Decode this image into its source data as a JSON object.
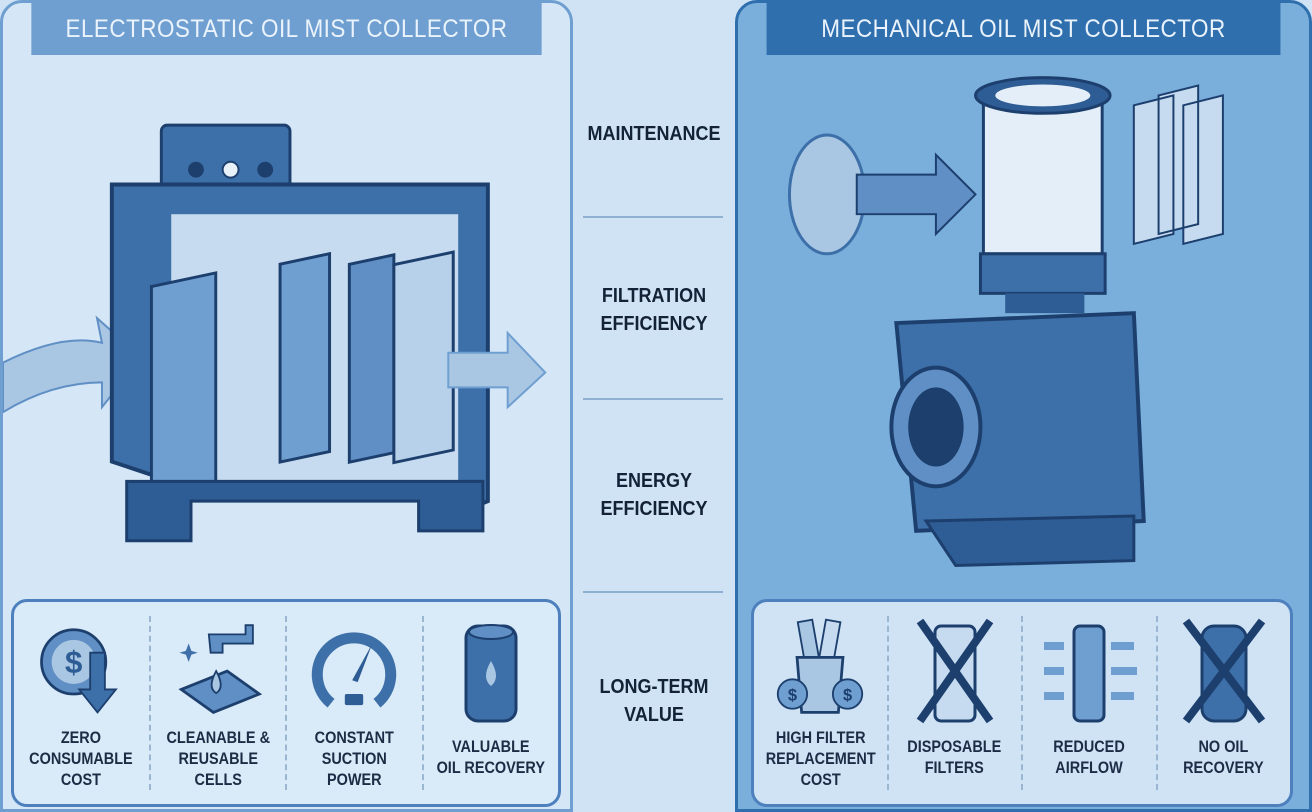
{
  "left": {
    "title": "ELECTROSTATIC OIL MIST COLLECTOR",
    "features": [
      {
        "label": "ZERO\nCONSUMABLE\nCOST",
        "icon": "dollar-down-icon"
      },
      {
        "label": "CLEANABLE &\nREUSABLE CELLS",
        "icon": "faucet-wash-icon"
      },
      {
        "label": "CONSTANT\nSUCTION POWER",
        "icon": "gauge-icon"
      },
      {
        "label": "VALUABLE\nOIL RECOVERY",
        "icon": "oil-barrel-icon"
      }
    ]
  },
  "right": {
    "title": "MECHANICAL OIL MIST COLLECTOR",
    "features": [
      {
        "label": "HIGH FILTER\nREPLACEMENT\nCOST",
        "icon": "filter-trash-icon"
      },
      {
        "label": "DISPOSABLE\nFILTERS",
        "icon": "crossed-filter-icon"
      },
      {
        "label": "REDUCED\nAIRFLOW",
        "icon": "clogged-filter-icon"
      },
      {
        "label": "NO OIL\nRECOVERY",
        "icon": "crossed-barrel-icon"
      }
    ]
  },
  "criteria": [
    "MAINTENANCE",
    "FILTRATION\nEFFICIENCY",
    "ENERGY\nEFFICIENCY",
    "LONG-TERM\nVALUE"
  ],
  "colors": {
    "dark": "#2f6fae",
    "light": "#6f9fd0",
    "bg": "#cfe3f4"
  }
}
